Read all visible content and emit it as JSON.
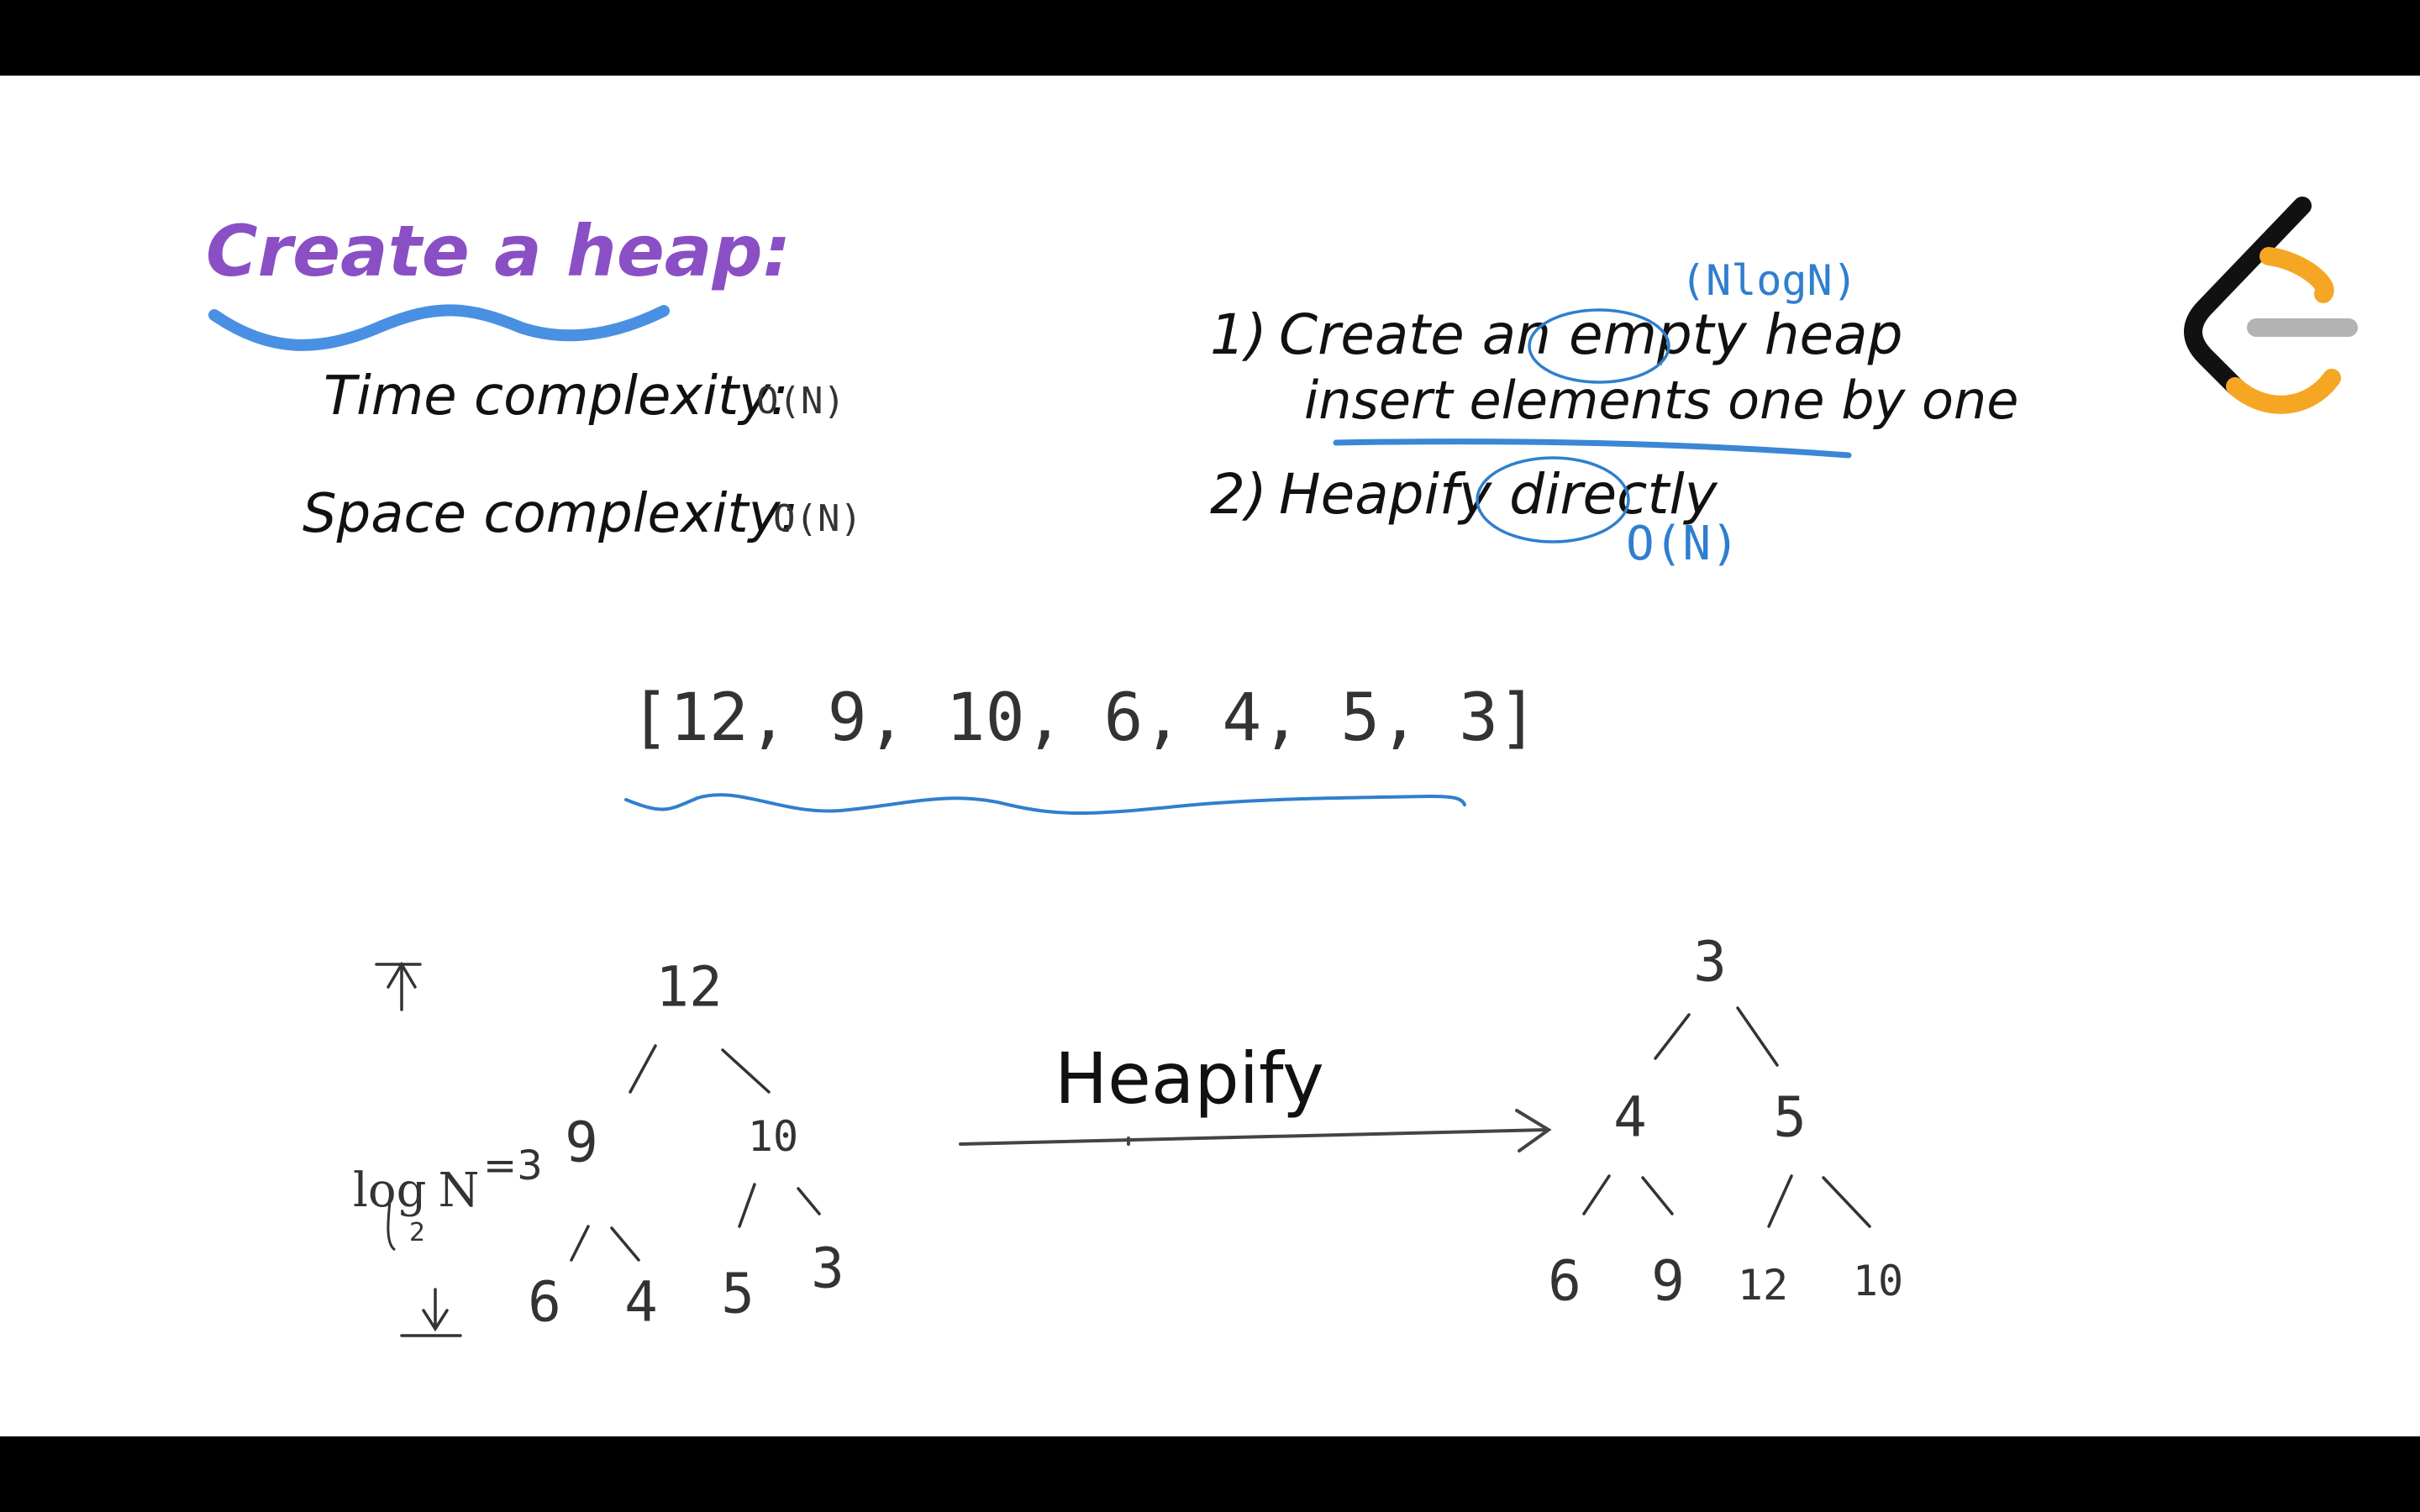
{
  "slide": {
    "title": "Create a heap:",
    "time_label": "Time complexity:",
    "time_value": "O(N)",
    "space_label": "Space complexity:",
    "space_value": "O(N)",
    "step1_num": "1)",
    "step1_line1": "Create an empty heap",
    "step1_line2": "insert elements one by one",
    "step1_note": "(NlogN)",
    "step2_num": "2)",
    "step2_line1": "Heapify directly",
    "step2_note": "O(N)",
    "array": "[12, 9, 10, 6, 4, 5, 3]",
    "heapify_label": "Heapify",
    "log_text": "log",
    "log_sub": "2",
    "log_n": "N",
    "log_eq": "=3",
    "before_tree": [
      "12",
      "9",
      "10",
      "6",
      "4",
      "5",
      "3"
    ],
    "after_tree": [
      "3",
      "4",
      "5",
      "6",
      "9",
      "12",
      "10"
    ],
    "logo_icon": "leetcode-logo-icon",
    "colors": {
      "title": "#8a4fc4",
      "accent_blue": "#2f7fce",
      "title_underline": "#4a90e2",
      "logo_orange": "#f5a623",
      "logo_black": "#111111",
      "logo_gray": "#b3b3b3"
    }
  }
}
